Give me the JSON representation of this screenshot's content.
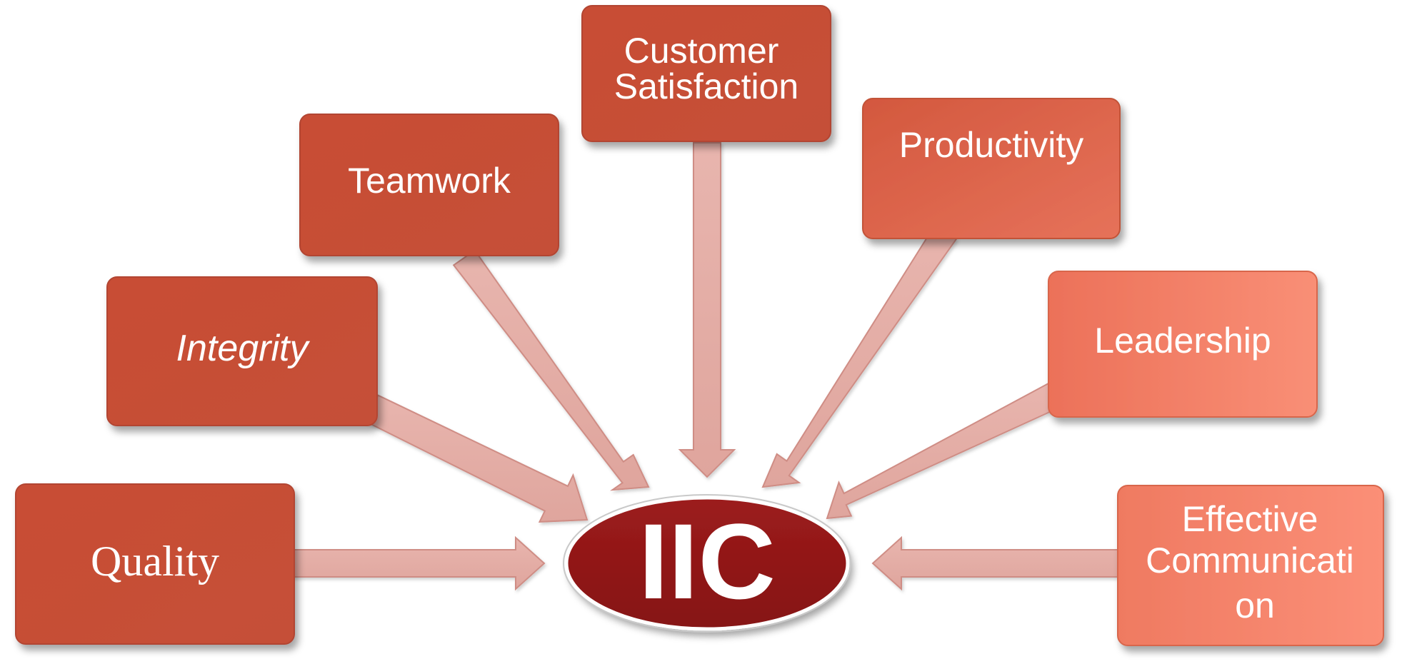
{
  "diagram": {
    "center": {
      "label": "IIC",
      "color": "#8e1616"
    },
    "nodes": [
      {
        "id": "quality",
        "lines": [
          "Quality"
        ]
      },
      {
        "id": "integrity",
        "lines": [
          "Integrity"
        ]
      },
      {
        "id": "teamwork",
        "lines": [
          "Teamwork"
        ]
      },
      {
        "id": "customer-satisfaction",
        "lines": [
          "Customer",
          "Satisfaction"
        ]
      },
      {
        "id": "productivity",
        "lines": [
          "Productivity"
        ]
      },
      {
        "id": "leadership",
        "lines": [
          "Leadership"
        ]
      },
      {
        "id": "effective-communication",
        "lines": [
          "Effective",
          "Communicati",
          "on"
        ]
      }
    ],
    "colors": {
      "box_dark": "#c64f37",
      "box_light": "#f58a72",
      "arrow": "#e3aaa2",
      "arrow_border": "#c98a82",
      "center_fill": "#8e1616",
      "text": "#ffffff"
    }
  }
}
